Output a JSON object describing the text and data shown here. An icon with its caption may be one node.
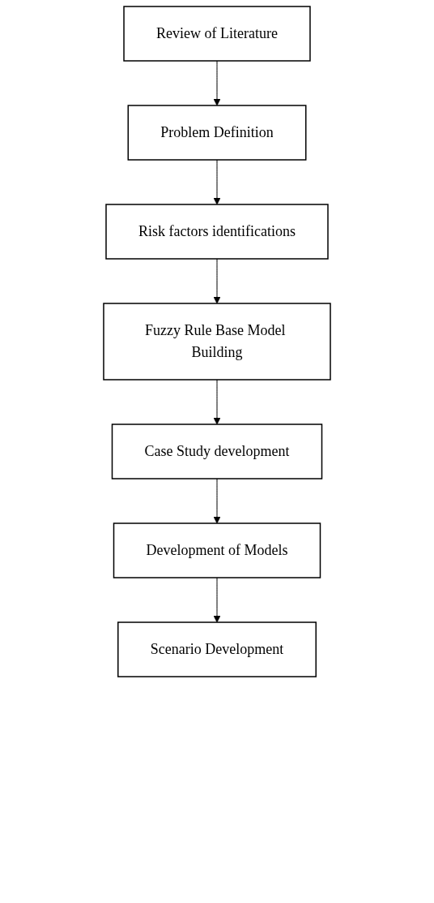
{
  "diagram": {
    "nodes": [
      {
        "text": [
          "Review of Literature"
        ]
      },
      {
        "text": [
          "Problem Definition"
        ]
      },
      {
        "text": [
          "Risk factors identifications"
        ]
      },
      {
        "text": [
          "Fuzzy Rule Base Model Building"
        ]
      },
      {
        "text": [
          "Case Study development"
        ]
      },
      {
        "text": [
          "Development of Models"
        ]
      },
      {
        "text": [
          "Scenario Development"
        ]
      }
    ],
    "edges": [
      {
        "from": 0,
        "to": 1,
        "arrow": "to"
      },
      {
        "from": 1,
        "to": 2,
        "arrow": "to"
      },
      {
        "from": 2,
        "to": 3,
        "arrow": "to"
      },
      {
        "from": 3,
        "to": 4,
        "arrow": "to"
      },
      {
        "from": 4,
        "to": 5,
        "arrow": "to"
      },
      {
        "from": 5,
        "to": 6,
        "arrow": "to"
      }
    ]
  }
}
